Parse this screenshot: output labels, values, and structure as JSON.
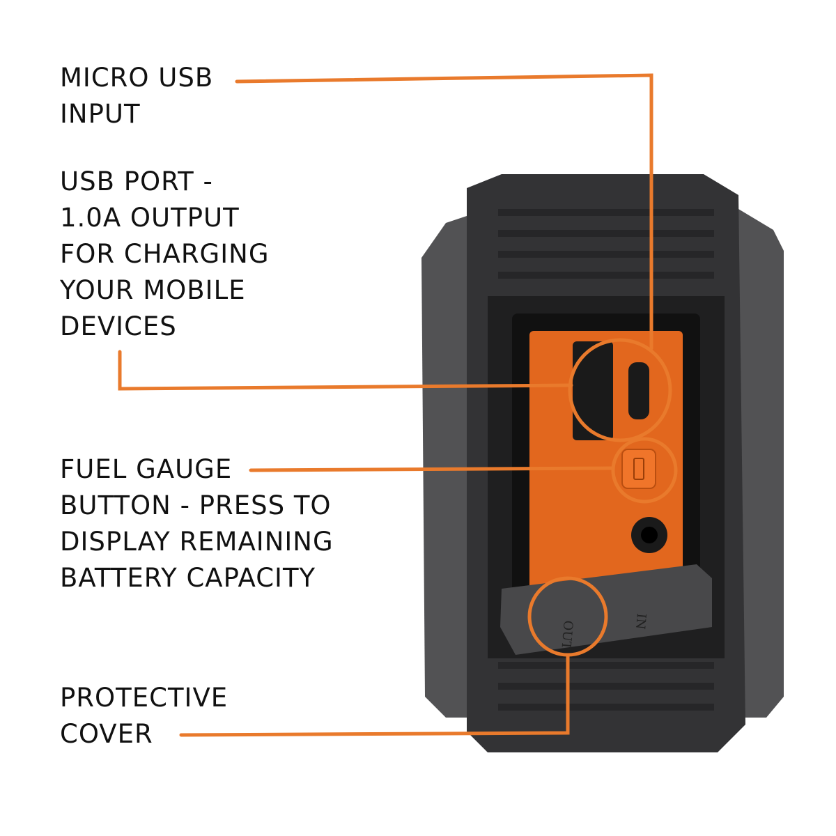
{
  "callouts": [
    {
      "id": "micro-usb",
      "lines": [
        "MICRO USB",
        "INPUT"
      ]
    },
    {
      "id": "usb-port",
      "lines": [
        "USB PORT -",
        "1.0A OUTPUT",
        "FOR CHARGING",
        "YOUR MOBILE",
        "DEVICES"
      ]
    },
    {
      "id": "fuel-gauge",
      "lines": [
        "FUEL GAUGE",
        "BUTTON - PRESS TO",
        "DISPLAY REMAINING",
        "BATTERY CAPACITY"
      ]
    },
    {
      "id": "cover",
      "lines": [
        "PROTECTIVE",
        "COVER"
      ]
    }
  ],
  "cover_marks": {
    "out": "OUT",
    "in": "IN"
  },
  "colors": {
    "accent": "#e97a2c",
    "device_body": "#3a3a3c",
    "device_panel": "#e2671e"
  }
}
